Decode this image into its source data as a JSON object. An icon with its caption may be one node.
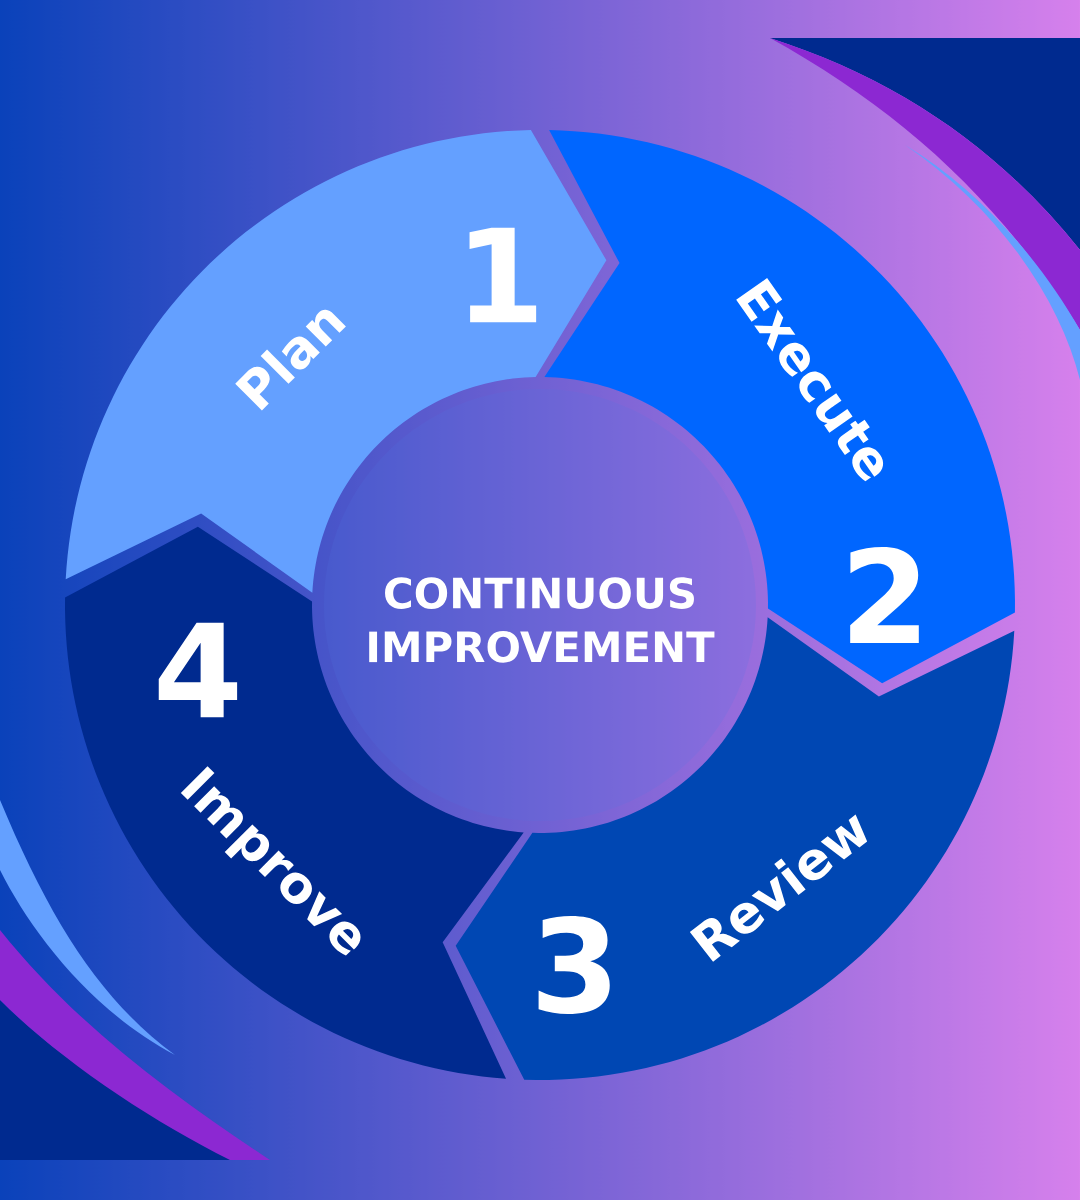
{
  "diagram": {
    "nodes": [
      {
        "text": [
          "1",
          "Plan"
        ]
      },
      {
        "text": [
          "2",
          "Execute"
        ]
      },
      {
        "text": [
          "3",
          "Review"
        ]
      },
      {
        "text": [
          "4",
          "Improve"
        ]
      },
      {
        "text": [
          "CONTINUOUS IMPROVEMENT"
        ]
      }
    ]
  }
}
